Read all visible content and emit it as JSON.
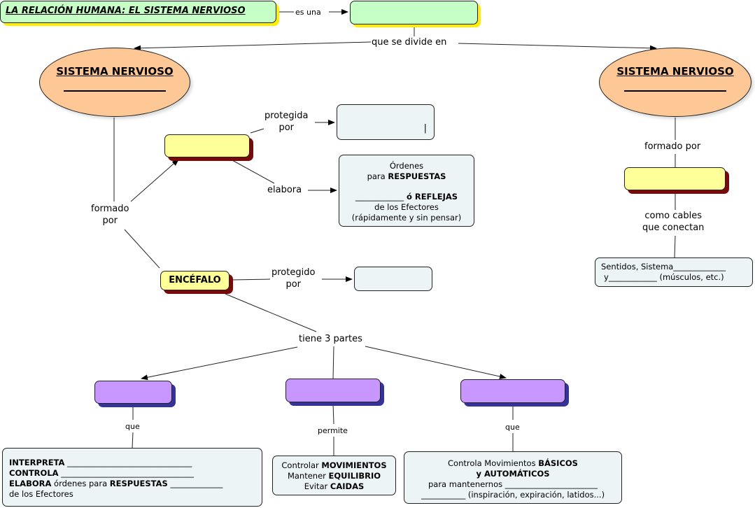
{
  "title": "LA RELACIÓN HUMANA: EL SISTEMA NERVIOSO",
  "colors": {
    "green_node": "#c6ffc6",
    "green_shadow": "#ffee00",
    "yellow_node": "#ffff99",
    "yellow_shadow": "#7a0a0a",
    "purple_node": "#c896ff",
    "purple_shadow": "#333399",
    "grey_node": "#edf4f5",
    "ellipse": "#fdc896"
  },
  "links": {
    "es_una": "es una",
    "que_se_divide_en": "que se divide en",
    "formado_por_left_1": "formado",
    "formado_por_left_2": "por",
    "protegida_1": "protegida",
    "protegida_2": "por",
    "elabora": "elabora",
    "protegido_1": "protegido",
    "protegido_2": "por",
    "tiene_3_partes": "tiene 3 partes",
    "que_left": "que",
    "permite": "permite",
    "que_right": "que",
    "formado_por_right": "formado por",
    "como_cables_1": "como cables",
    "como_cables_2": "que conectan"
  },
  "ellipses": {
    "left": {
      "title": "SISTEMA NERVIOSO"
    },
    "right": {
      "title": "SISTEMA NERVIOSO"
    }
  },
  "encefalo": "ENCÉFALO",
  "protegida_box_cursor": "|",
  "ordenes_box": {
    "line1": "Órdenes",
    "line2_pre": "para ",
    "line2_bold": "RESPUESTAS",
    "line3_blank": "____________",
    "line3_bold": " ó REFLEJAS",
    "line4": "de los Efectores",
    "line5": "(rápidamente y sin pensar)"
  },
  "sentidos_box": {
    "line1": "Sentidos, Sistema_____________",
    "line2": "y____________ (músculos, etc.)"
  },
  "cerebro_box": {
    "l1_bold": "INTERPRETA",
    "l1_blank": " _______________________________",
    "l2_bold": "CONTROLA",
    "l2_blank": " _________________________________",
    "l3_bold1": "ELABORA",
    "l3_text": " órdenes para ",
    "l3_bold2": "RESPUESTAS",
    "l3_blank": " _____________",
    "l4": "de los Efectores"
  },
  "cerebelo_box": {
    "l1_text": "Controlar ",
    "l1_bold": "MOVIMIENTOS",
    "l2_text": "Mantener ",
    "l2_bold": "EQUILIBRIO",
    "l3_text": "Evitar ",
    "l3_bold": "CAIDAS"
  },
  "bulbo_box": {
    "l1_text": "Controla Movimientos ",
    "l1_bold": "BÁSICOS",
    "l2_bold": "y AUTOMÁTICOS",
    "l3": "para mantenernos _______________________",
    "l4": "___________ (inspiración, expiración, latidos...)"
  }
}
